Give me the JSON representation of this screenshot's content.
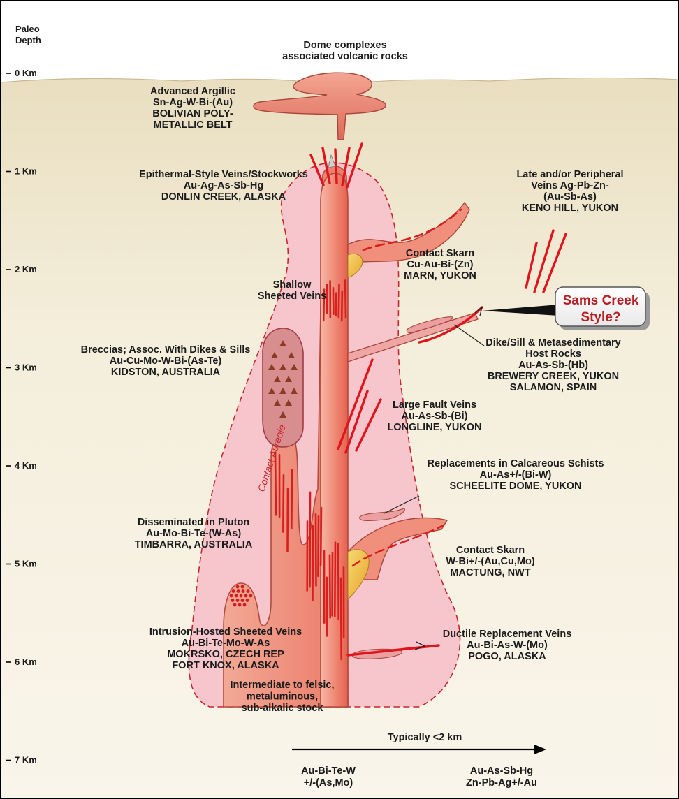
{
  "axis": {
    "title_line1": "Paleo",
    "title_line2": "Depth",
    "ticks": [
      "0 Km",
      "1 Km",
      "2 Km",
      "3 Km",
      "4 Km",
      "5 Km",
      "6 Km",
      "7 Km"
    ]
  },
  "labels": {
    "dome": [
      "Dome complexes",
      "associated volcanic rocks"
    ],
    "advanced_argillic": [
      "Advanced Argillic",
      "Sn-Ag-W-Bi-(Au)",
      "BOLIVIAN POLY-",
      "METALLIC BELT"
    ],
    "epithermal": [
      "Epithermal-Style Veins/Stockworks",
      "Au-Ag-As-Sb-Hg",
      "DONLIN CREEK, ALASKA"
    ],
    "late_peripheral": [
      "Late and/or Peripheral",
      "Veins Ag-Pb-Zn-",
      "(Au-Sb-As)",
      "KENO HILL, YUKON"
    ],
    "contact_skarn_upper": [
      "Contact Skarn",
      "Cu-Au-Bi-(Zn)",
      "MARN, YUKON"
    ],
    "shallow_sheeted": [
      "Shallow",
      "Sheeted Veins"
    ],
    "dike_sill": [
      "Dike/Sill & Metasedimentary",
      "Host Rocks",
      "Au-As-Sb-(Hb)",
      "BREWERY CREEK, YUKON",
      "SALAMON, SPAIN"
    ],
    "breccias": [
      "Breccias; Assoc. With Dikes & Sills",
      "Au-Cu-Mo-W-Bi-(As-Te)",
      "KIDSTON, AUSTRALIA"
    ],
    "large_fault": [
      "Large Fault Veins",
      "Au-As-Sb-(Bi)",
      "LONGLINE, YUKON"
    ],
    "replacements": [
      "Replacements in Calcareous Schists",
      "Au-As+/-(Bi-W)",
      "SCHEELITE DOME, YUKON"
    ],
    "disseminated": [
      "Disseminated in Pluton",
      "Au-Mo-Bi-Te-(W-As)",
      "TIMBARRA, AUSTRALIA"
    ],
    "contact_skarn_lower": [
      "Contact Skarn",
      "W-Bi+/-(Au,Cu,Mo)",
      "MACTUNG, NWT"
    ],
    "intrusion_hosted": [
      "Intrusion-Hosted Sheeted Veins",
      "Au-Bi-Te-Mo-W-As",
      "MOKRSKO, CZECH REP",
      "FORT KNOX, ALASKA"
    ],
    "ductile": [
      "Ductile Replacement Veins",
      "Au-Bi-As-W-(Mo)",
      "POGO, ALASKA"
    ],
    "stock": [
      "Intermediate to felsic,",
      "metaluminous,",
      "sub-alkalic stock"
    ],
    "aureole": "Contact Aureole"
  },
  "callout": {
    "line1": "Sams Creek",
    "line2": "Style?"
  },
  "bottom": {
    "arrow_label": "Typically <2 km",
    "left": [
      "Au-Bi-Te-W",
      "+/-(As,Mo)"
    ],
    "right": [
      "Au-As-Sb-Hg",
      "Zn-Pb-Ag+/-Au"
    ]
  },
  "colors": {
    "sky": "#ffffff",
    "ground_top": "#ece2c6",
    "ground_bottom": "#f7f2e4",
    "aureole": "#f7c9cf",
    "intrusion_light": "#f2a08e",
    "intrusion_dark": "#e8705c",
    "vein_red": "#d91e1e",
    "skarn_yellow": "#f1c23c",
    "callout_text": "#b81e24"
  }
}
